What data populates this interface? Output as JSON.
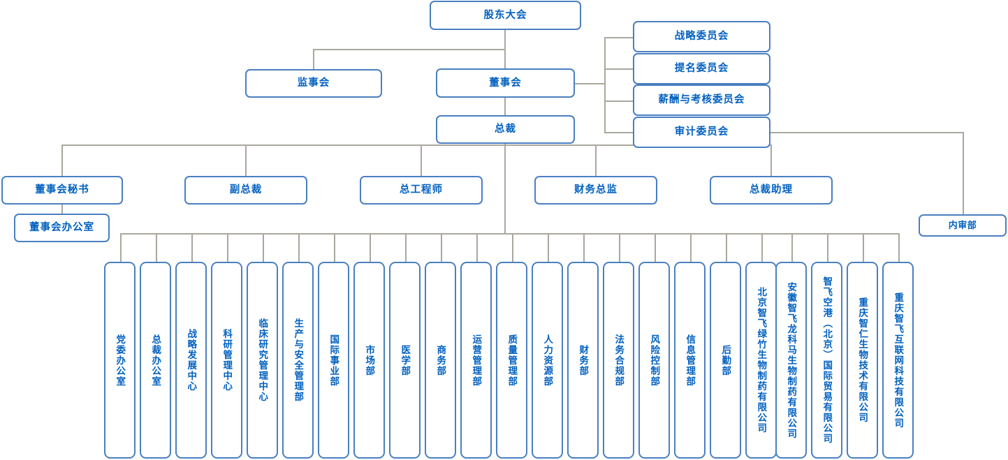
{
  "chart_title": "",
  "colors": {
    "box_border": "#4a7fc1",
    "text": "#0060c0",
    "connector": "#aaa79e",
    "background": "#ffffff"
  },
  "governance": {
    "shareholders_meeting": "股东大会",
    "supervisory_board": "监事会",
    "board_of_directors": "董事会",
    "president": "总裁"
  },
  "committees": [
    {
      "label": "战略委员会"
    },
    {
      "label": "提名委员会"
    },
    {
      "label": "薪酬与考核委员会"
    },
    {
      "label": "审计委员会"
    }
  ],
  "audit_department": "内审部",
  "executives": [
    {
      "label": "董事会秘书"
    },
    {
      "label": "副总裁"
    },
    {
      "label": "总工程师"
    },
    {
      "label": "财务总监"
    },
    {
      "label": "总裁助理"
    }
  ],
  "board_office": "董事会办公室",
  "departments": [
    {
      "label": "党委办公室"
    },
    {
      "label": "总裁办公室"
    },
    {
      "label": "战略发展中心"
    },
    {
      "label": "科研管理中心"
    },
    {
      "label": "临床研究管理中心"
    },
    {
      "label": "生产与安全管理部"
    },
    {
      "label": "国际事业部"
    },
    {
      "label": "市场部"
    },
    {
      "label": "医学部"
    },
    {
      "label": "商务部"
    },
    {
      "label": "运营管理部"
    },
    {
      "label": "质量管理部"
    },
    {
      "label": "人力资源部"
    },
    {
      "label": "财务部"
    },
    {
      "label": "法务合规部"
    },
    {
      "label": "风险控制部"
    },
    {
      "label": "信息管理部"
    },
    {
      "label": "后勤部"
    },
    {
      "label": "北京智飞绿竹生物制药有限公司"
    },
    {
      "label": "安徽智飞龙科马生物制药有限公司"
    },
    {
      "label": "智飞空港（北京）国际贸易有限公司"
    },
    {
      "label": "重庆智仁生物技术有限公司"
    },
    {
      "label": "重庆智飞互联网科技有限公司"
    }
  ]
}
